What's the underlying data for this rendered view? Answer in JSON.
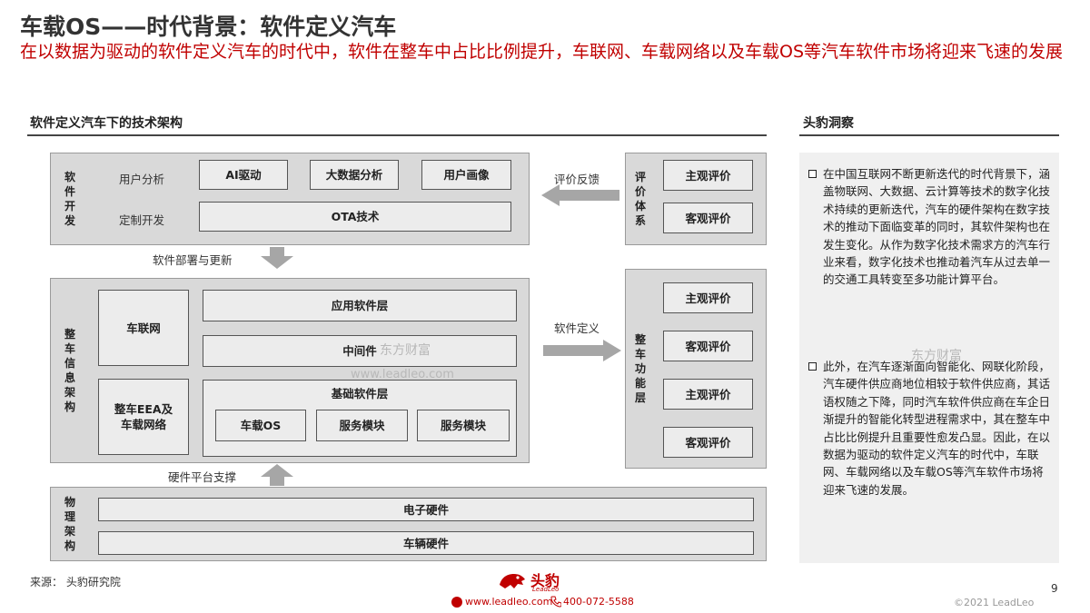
{
  "header": {
    "title": "车载OS——时代背景：软件定义汽车",
    "subtitle": "在以数据为驱动的软件定义汽车的时代中，软件在整车中占比比例提升，车联网、车载网络以及车载OS等汽车软件市场将迎来飞速的发展"
  },
  "diagram": {
    "section_title": "软件定义汽车下的技术架构",
    "software_dev": {
      "label": "软件开发",
      "row1_label": "用户分析",
      "row1_boxes": [
        "AI驱动",
        "大数据分析",
        "用户画像"
      ],
      "row2_label": "定制开发",
      "ota": "OTA技术"
    },
    "deploy_label": "软件部署与更新",
    "eval_arrow_label": "评价反馈",
    "eval_system": {
      "label": "评价体系",
      "items": [
        "主观评价",
        "客观评价"
      ]
    },
    "vehicle_info": {
      "label": "整车信息架构",
      "iov": "车联网",
      "eea": "整车EEA及车载网络",
      "app_layer": "应用软件层",
      "middleware": "中间件",
      "base_layer": "基础软件层",
      "base_boxes": [
        "车载OS",
        "服务模块",
        "服务模块"
      ]
    },
    "define_arrow_label": "软件定义",
    "vehicle_function": {
      "label": "整车功能层",
      "items": [
        "主观评价",
        "客观评价",
        "主观评价",
        "客观评价"
      ]
    },
    "hardware_support_label": "硬件平台支撑",
    "physical": {
      "label": "物理架构",
      "items": [
        "电子硬件",
        "车辆硬件"
      ]
    }
  },
  "insight": {
    "title": "头豹洞察",
    "paragraphs": [
      "在中国互联网不断更新迭代的时代背景下，涵盖物联网、大数据、云计算等技术的数字化技术持续的更新迭代，汽车的硬件架构在数字技术的推动下面临变革的同时，其软件架构也在发生变化。从作为数字化技术需求方的汽车行业来看，数字化技术也推动着汽车从过去单一的交通工具转变至多功能计算平台。",
      "此外，在汽车逐渐面向智能化、网联化阶段，汽车硬件供应商地位相较于软件供应商，其话语权随之下降，同时汽车软件供应商在车企日渐提升的智能化转型进程需求中，其在整车中占比比例提升且重要性愈发凸显。因此，在以数据为驱动的软件定义汽车的时代中，车联网、车载网络以及车载OS等汽车软件市场将迎来飞速的发展。"
    ]
  },
  "watermarks": {
    "text1": "东方财富",
    "text2": "www.leadleo.com",
    "text3": "东方财富"
  },
  "footer": {
    "source": "来源：  头豹研究院",
    "logo_text": "头豹",
    "logo_sub": "LeadLeo",
    "website": "www.leadleo.com",
    "phone": "400-072-5588",
    "page": "9",
    "copyright": "©2021 LeadLeo"
  },
  "colors": {
    "accent": "#c00000",
    "panel": "#d9d9d9",
    "arrow": "#a6a6a6"
  }
}
